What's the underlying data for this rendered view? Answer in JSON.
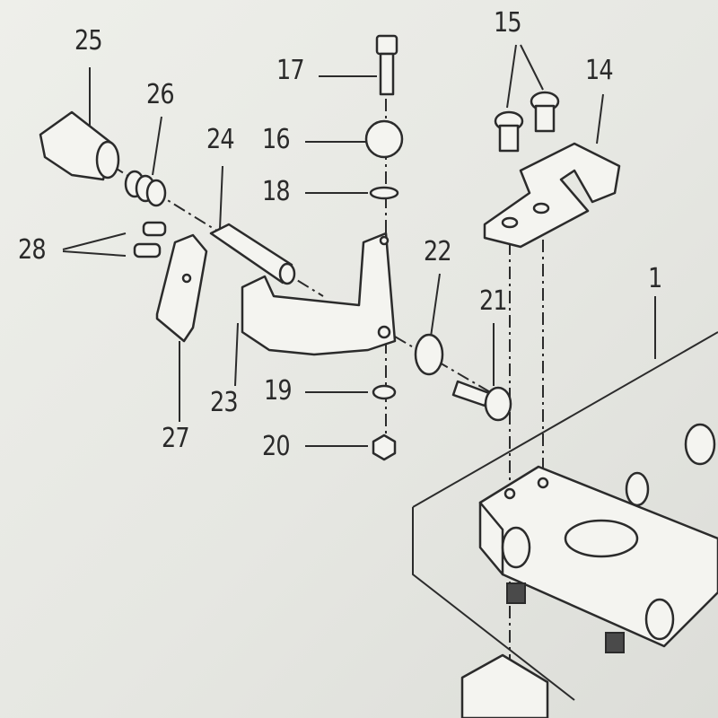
{
  "diagram": {
    "type": "exploded-parts-diagram",
    "part_labels": [
      "25",
      "26",
      "24",
      "17",
      "16",
      "18",
      "15",
      "14",
      "28",
      "22",
      "21",
      "1",
      "23",
      "19",
      "27",
      "20"
    ]
  }
}
